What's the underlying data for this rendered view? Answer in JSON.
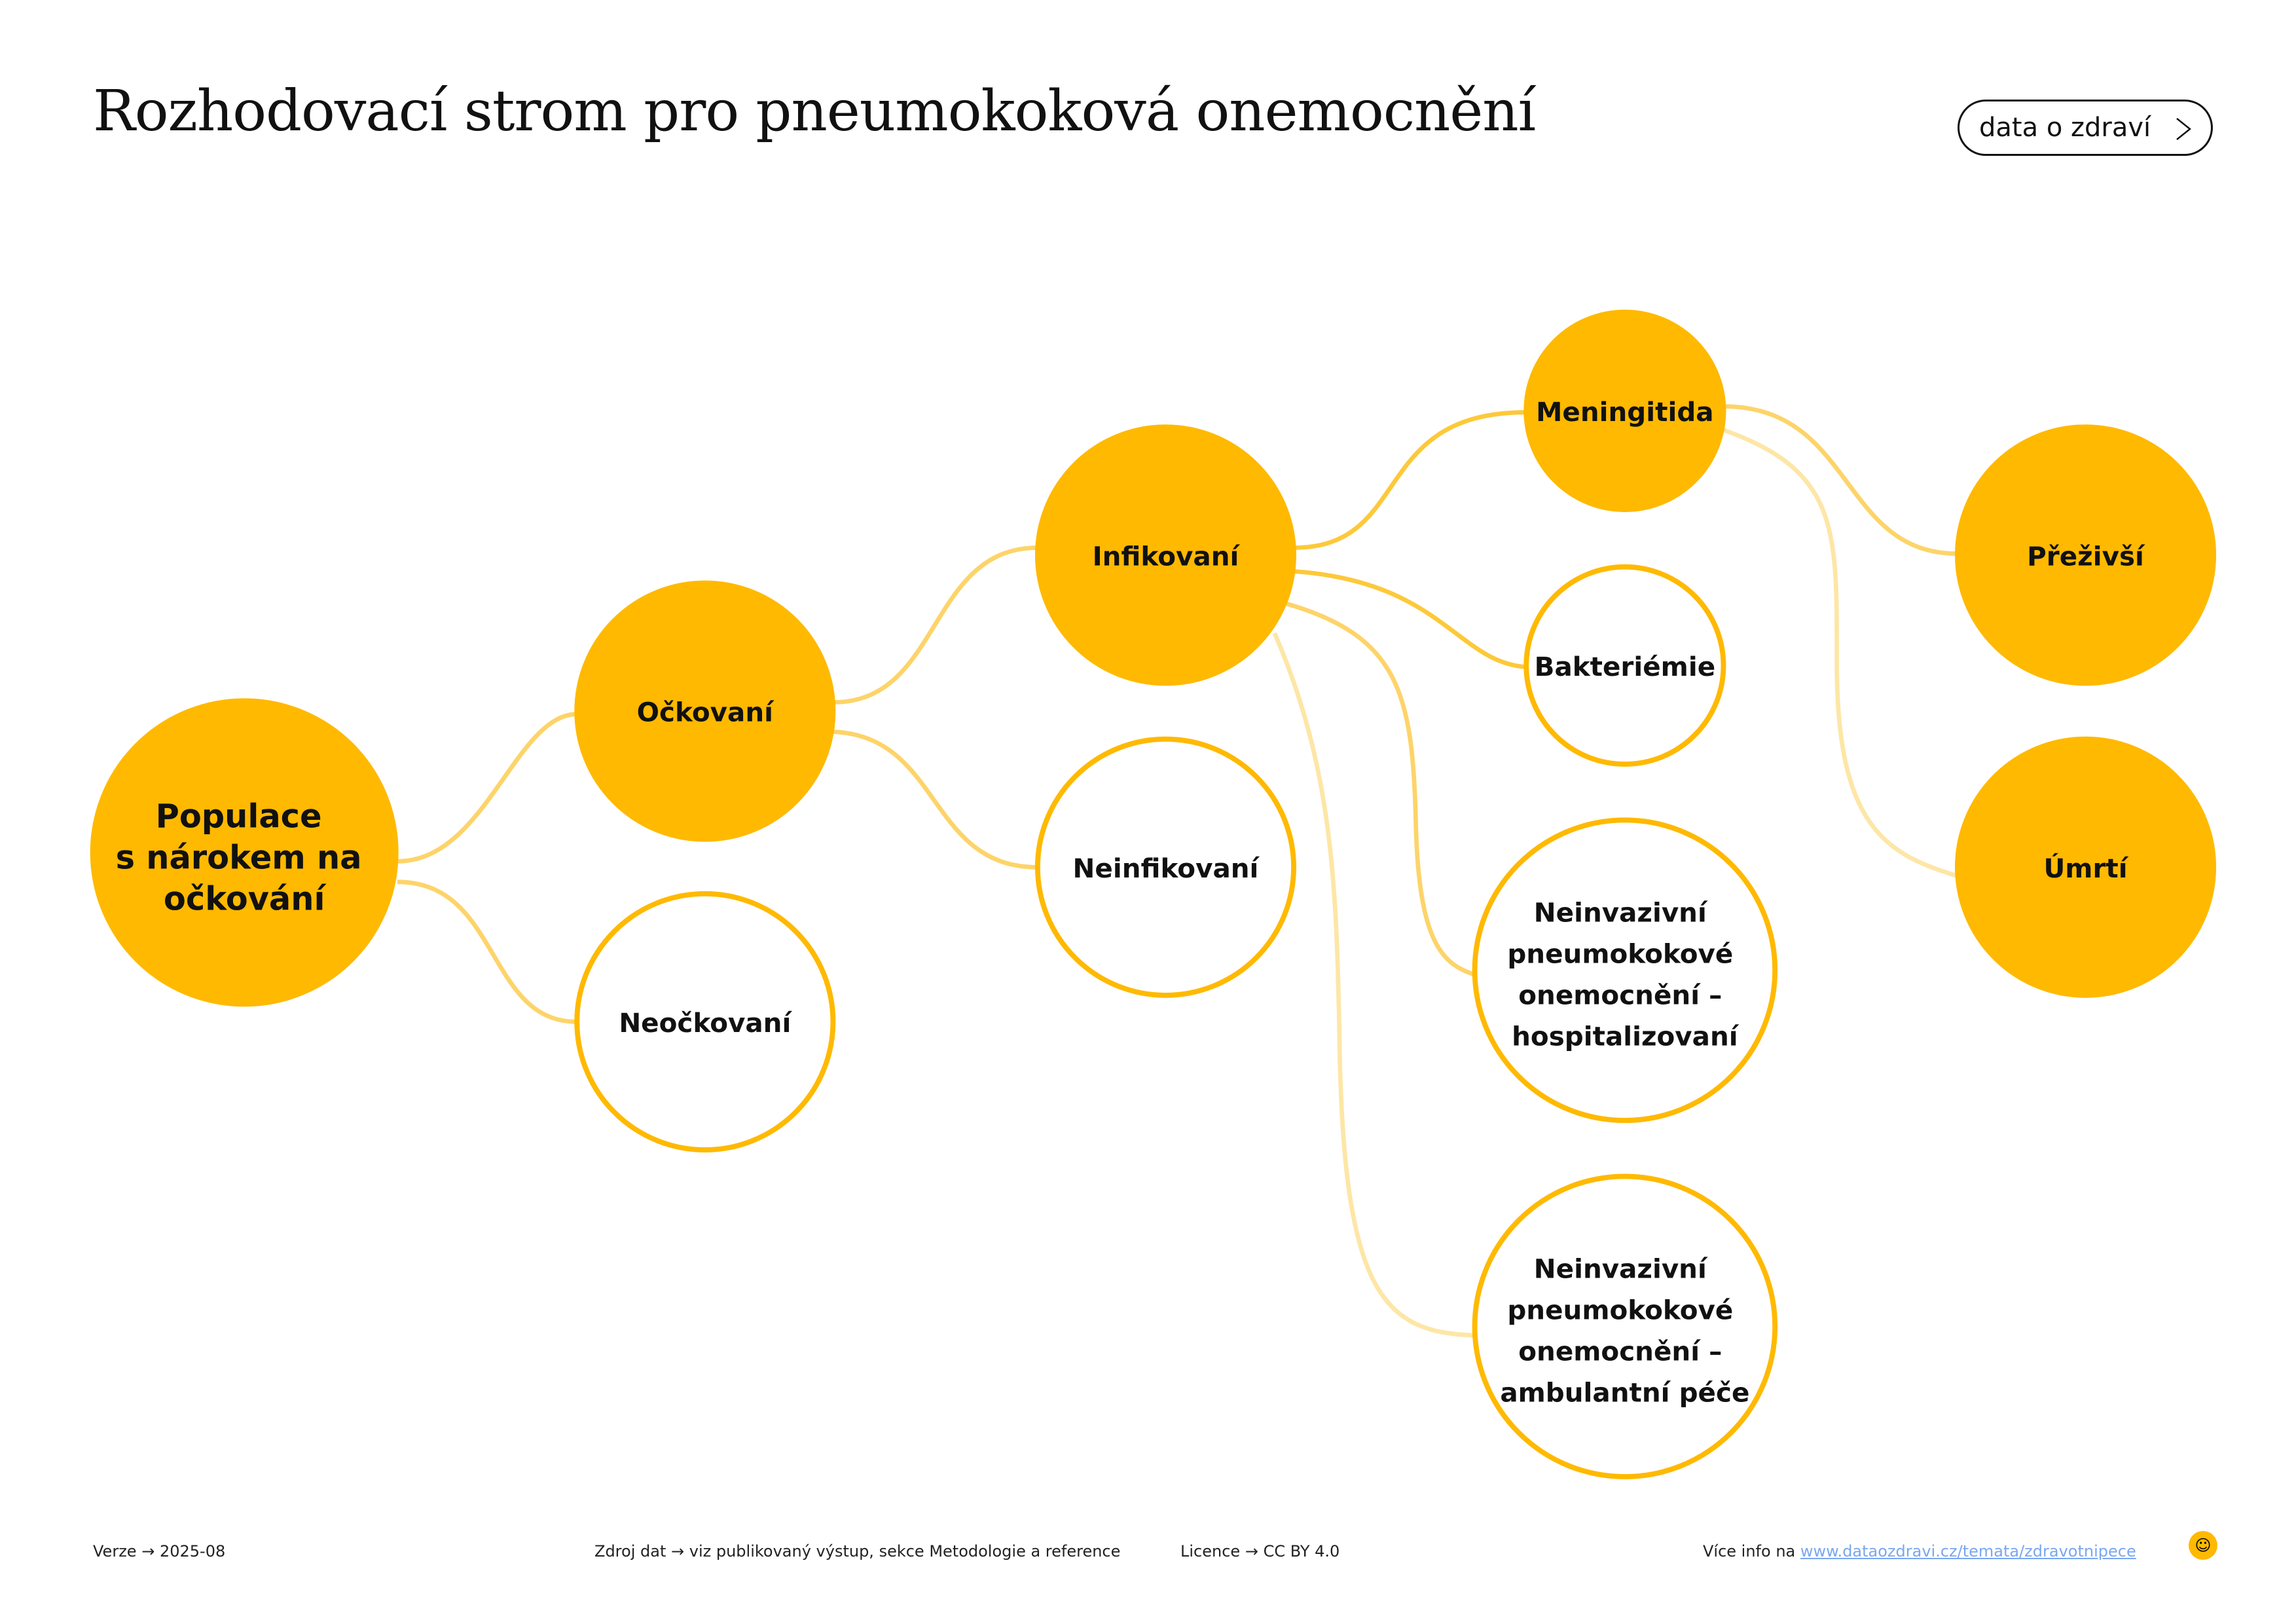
{
  "header": {
    "title": "Rozhodovací strom pro pneumokoková onemocnění",
    "button_label": "data o zdraví"
  },
  "colors": {
    "accent": "#FFB900",
    "edge_strong": "#FDC93A",
    "edge_light": "#FDE6A6",
    "text": "#111111",
    "link": "#7AA7F0"
  },
  "nodes": {
    "population": [
      "Populace",
      "s nárokem na",
      "očkování"
    ],
    "vaccinated": "Očkovaní",
    "unvaccinated": "Neočkovaní",
    "infected": "Infikovaní",
    "uninfected": "Neinfikovaní",
    "meningitis": "Meningitida",
    "bacteremia": "Bakteriémie",
    "npo_hosp": [
      "Neinvazivní",
      "pneumokokové",
      "onemocnění –",
      "hospitalizovaní"
    ],
    "npo_amb": [
      "Neinvazivní",
      "pneumokokové",
      "onemocnění –",
      "ambulantní péče"
    ],
    "survived": "Přeživší",
    "died": "Úmrtí"
  },
  "footer": {
    "version_label": "Verze",
    "version": "2025-08",
    "source_label": "Zdroj dat",
    "source": "viz publikovaný výstup, sekce Metodologie a reference",
    "licence_label": "Licence",
    "licence": "CC BY 4.0",
    "more_label": "Více info na",
    "more_link": "www.dataozdravi.cz/temata/zdravotnipece",
    "arrow": "→"
  }
}
